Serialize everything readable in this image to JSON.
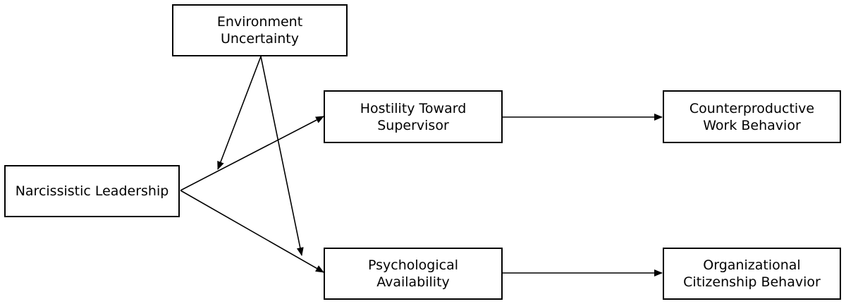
{
  "nodes": {
    "environment_uncertainty": {
      "lines": [
        "Environment",
        "Uncertainty"
      ]
    },
    "narcissistic_leadership": {
      "lines": [
        "Narcissistic Leadership"
      ]
    },
    "hostility_toward_supervisor": {
      "lines": [
        "Hostility Toward",
        "Supervisor"
      ]
    },
    "psychological_availability": {
      "lines": [
        "Psychological",
        "Availability"
      ]
    },
    "counterproductive_work_behavior": {
      "lines": [
        "Counterproductive",
        "Work Behavior"
      ]
    },
    "organizational_citizenship_behavior": {
      "lines": [
        "Organizational",
        "Citizenship Behavior"
      ]
    }
  },
  "edges": [
    {
      "from": "narcissistic_leadership",
      "to": "hostility_toward_supervisor"
    },
    {
      "from": "narcissistic_leadership",
      "to": "psychological_availability"
    },
    {
      "from": "hostility_toward_supervisor",
      "to": "counterproductive_work_behavior"
    },
    {
      "from": "psychological_availability",
      "to": "organizational_citizenship_behavior"
    },
    {
      "from": "environment_uncertainty",
      "to": "narcissistic_leadership-to-hostility_toward_supervisor"
    },
    {
      "from": "environment_uncertainty",
      "to": "narcissistic_leadership-to-psychological_availability"
    }
  ],
  "colors": {
    "stroke": "#000000",
    "background": "#ffffff"
  }
}
